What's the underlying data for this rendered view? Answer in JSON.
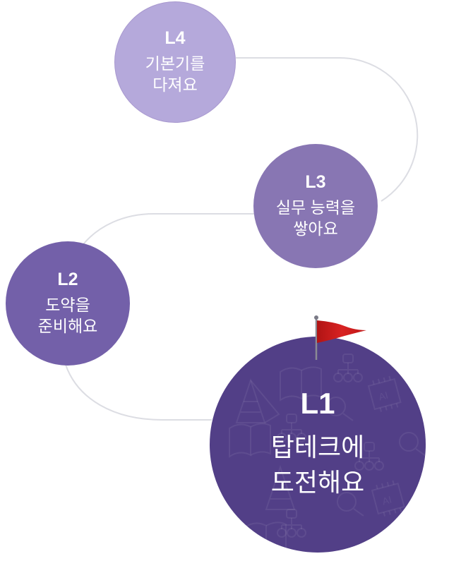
{
  "levels": [
    {
      "id": "L4",
      "label": "L4",
      "description": "기본기를\n다져요",
      "color": "#b5a9db",
      "current": false
    },
    {
      "id": "L3",
      "label": "L3",
      "description": "실무 능력을\n쌓아요",
      "color": "#8876b3",
      "current": false
    },
    {
      "id": "L2",
      "label": "L2",
      "description": "도약을\n준비해요",
      "color": "#7360a9",
      "current": false
    },
    {
      "id": "L1",
      "label": "L1",
      "description": "탑테크에\n도전해요",
      "color": "#523f87",
      "current": true
    }
  ],
  "path": {
    "color": "#dcdde3"
  },
  "flag": {
    "icon": "red-flag-icon",
    "color": "#d01e1e"
  },
  "background_pattern_icons": [
    "open-book-icon",
    "pyramid-icon",
    "flowchart-icon",
    "ai-chip-icon",
    "magnifier-icon"
  ],
  "ai_chip_text": "AI"
}
